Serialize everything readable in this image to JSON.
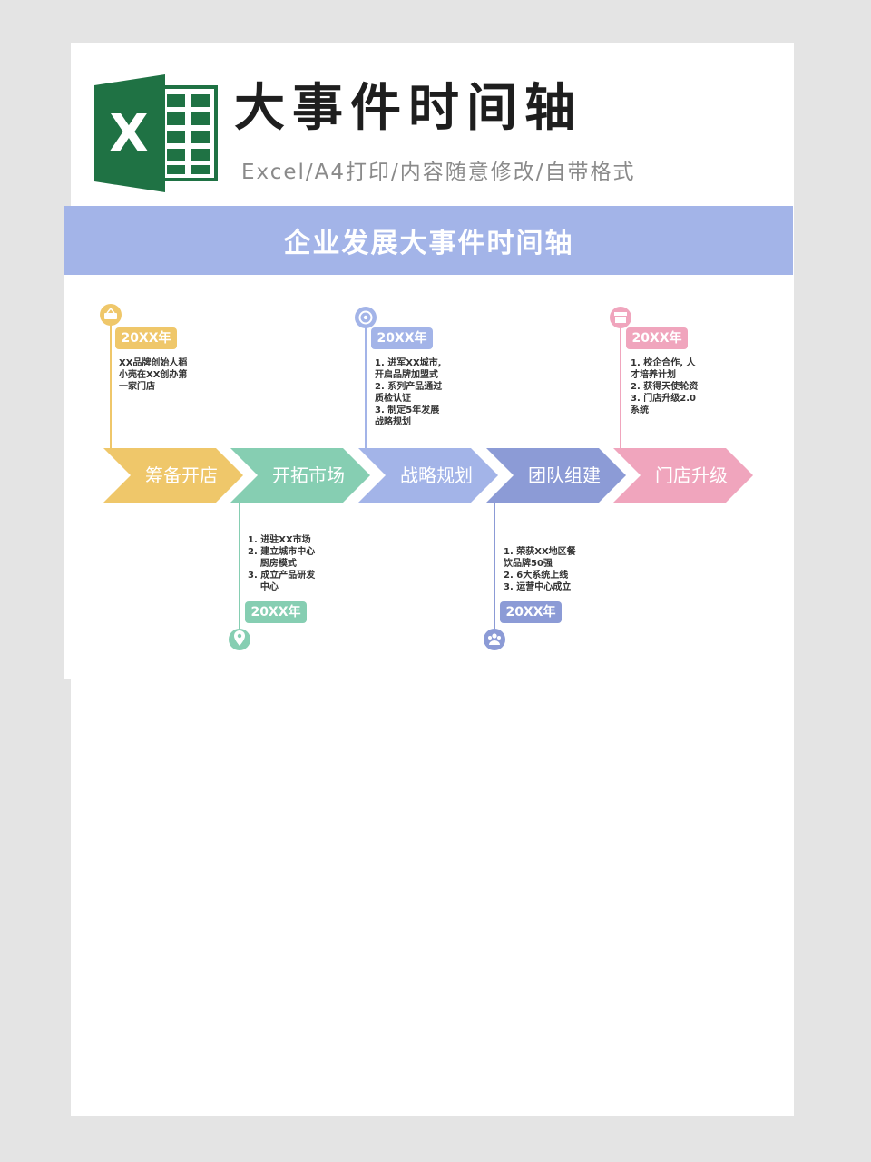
{
  "header": {
    "title": "大事件时间轴",
    "subtitle": "Excel/A4打印/内容随意修改/自带格式",
    "logo_letter": "X"
  },
  "banner": {
    "title": "企业发展大事件时间轴"
  },
  "colors": {
    "yellow": "#efc76a",
    "green": "#86ceb2",
    "lavender": "#a3b4e8",
    "indigo": "#8c9bd6",
    "pink": "#f0a5bd",
    "excel_green": "#1f7244"
  },
  "steps": [
    {
      "label": "筹备开店",
      "color": "#efc76a"
    },
    {
      "label": "开拓市场",
      "color": "#86ceb2"
    },
    {
      "label": "战略规划",
      "color": "#a3b4e8"
    },
    {
      "label": "团队组建",
      "color": "#8c9bd6"
    },
    {
      "label": "门店升级",
      "color": "#f0a5bd"
    }
  ],
  "milestones": [
    {
      "year": "20XX年",
      "icon": "shop-sign-icon",
      "lines": [
        "XX品牌创始人稻",
        "小壳在XX创办第",
        "一家门店"
      ]
    },
    {
      "year": "20XX年",
      "icon": "location-pin-icon",
      "lines": [
        "1. 进驻XX市场",
        "2. 建立城市中心",
        "    厨房模式",
        "3. 成立产品研发",
        "    中心"
      ]
    },
    {
      "year": "20XX年",
      "icon": "target-icon",
      "lines": [
        "1. 进军XX城市,",
        "开启品牌加盟式",
        "2. 系列产品通过",
        "质检认证",
        "3. 制定5年发展",
        "战略规划"
      ]
    },
    {
      "year": "20XX年",
      "icon": "team-icon",
      "lines": [
        "1. 荣获XX地区餐",
        "饮品牌50强",
        "2. 6大系统上线",
        "3. 运营中心成立"
      ]
    },
    {
      "year": "20XX年",
      "icon": "store-icon",
      "lines": [
        "1. 校企合作, 人",
        "才培养计划",
        "2. 获得天使轮资",
        "3. 门店升级2.0",
        "系统"
      ]
    }
  ]
}
